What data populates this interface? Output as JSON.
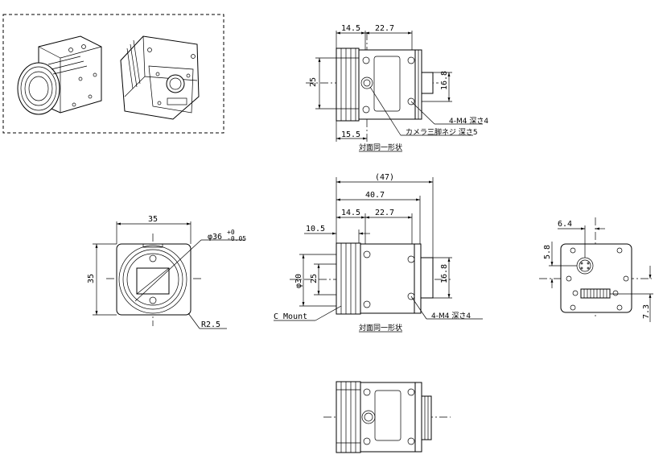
{
  "top_view": {
    "dim_14_5": "14.5",
    "dim_22_7": "22.7",
    "dim_25": "25",
    "dim_16_8": "16.8",
    "dim_15_5": "15.5",
    "hole_note": "4-M4  深さ4",
    "tripod_note": "カメラ三脚ネジ  深さ5",
    "same_shape_note": "対面同一形状"
  },
  "front_view": {
    "width_35": "35",
    "height_35": "35",
    "diameter_label": "φ36",
    "tol_upper": "+0",
    "tol_lower": "-0.05",
    "radius_label": "R2.5"
  },
  "side_view": {
    "dim_47": "(47)",
    "dim_40_7": "40.7",
    "dim_14_5": "14.5",
    "dim_22_7": "22.7",
    "dim_10_5": "10.5",
    "dim_30": "φ30",
    "dim_25": "25",
    "dim_16_8": "16.8",
    "mount_label": "C Mount",
    "hole_note": "4-M4  深さ4",
    "same_shape_note": "対面同一形状"
  },
  "rear_view": {
    "dim_6_4": "6.4",
    "dim_5_8": "5.8",
    "dim_7_3": "7.3"
  }
}
